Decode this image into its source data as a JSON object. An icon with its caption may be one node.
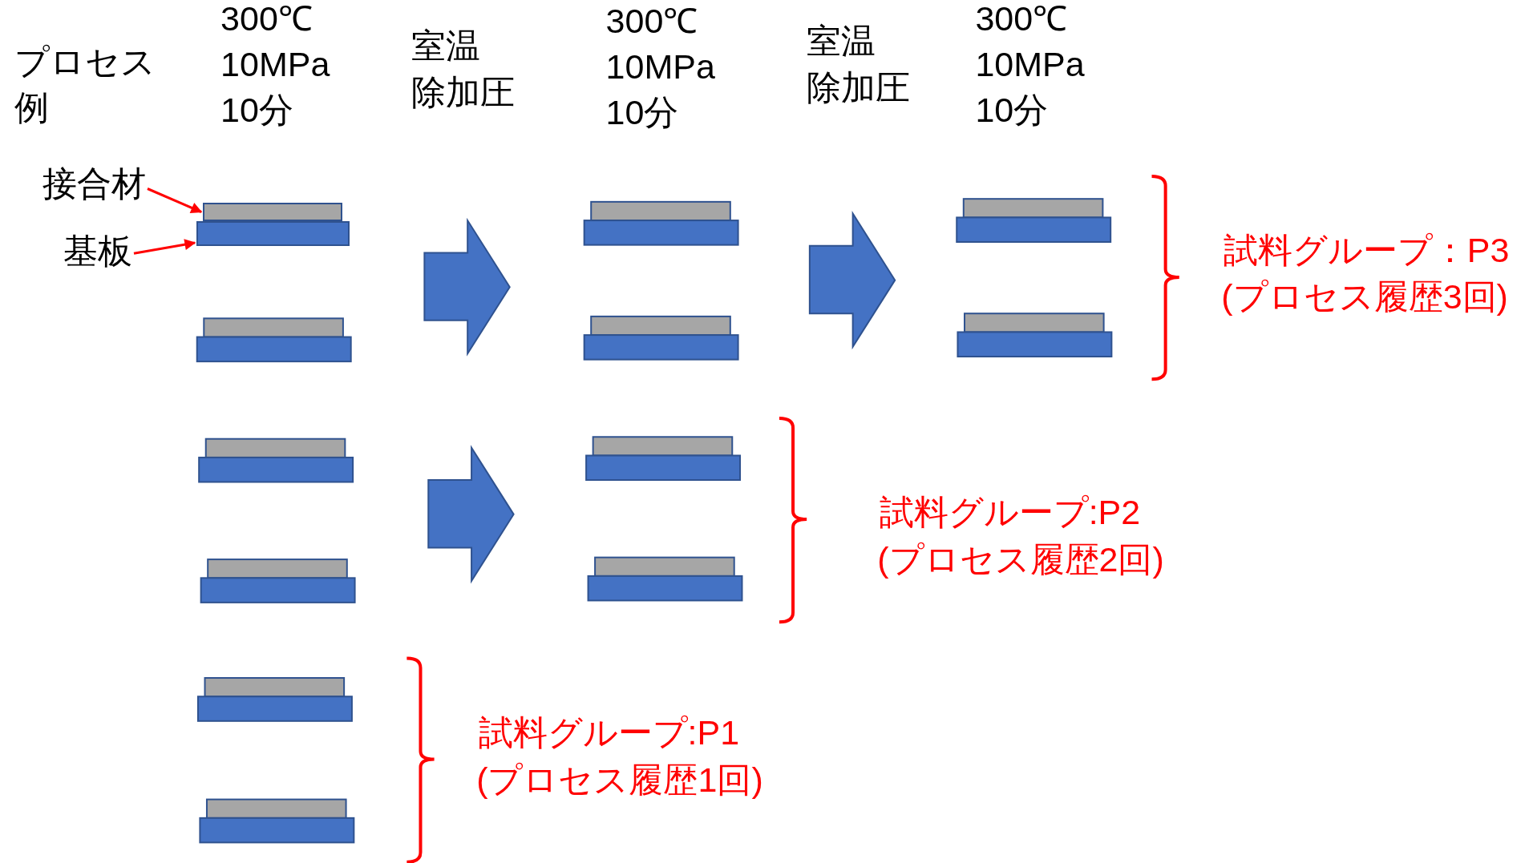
{
  "diagram": {
    "nodes": [
      {
        "text": [
          "接合材"
        ]
      },
      {
        "text": [],
        "shape": "box"
      },
      {
        "text": [
          "基板"
        ]
      },
      {
        "text": [],
        "shape": "box"
      }
    ],
    "edges": [
      {
        "from": 0,
        "to": 1,
        "arrow": "to"
      },
      {
        "from": 2,
        "to": 3,
        "arrow": "to"
      }
    ],
    "labels": [
      "プロセス例",
      "300℃ 10MPa 10分",
      "室温",
      "除加圧",
      "300℃ 10MPa 10分",
      "室温",
      "除加圧",
      "300℃ 10MPa 10分",
      "試料グループ：P3",
      "(プロセス履歴3回)",
      "試料グループ:P2",
      "(プロセス履歴2回)",
      "試料グループ:P1",
      "(プロセス履歴1回)"
    ]
  }
}
